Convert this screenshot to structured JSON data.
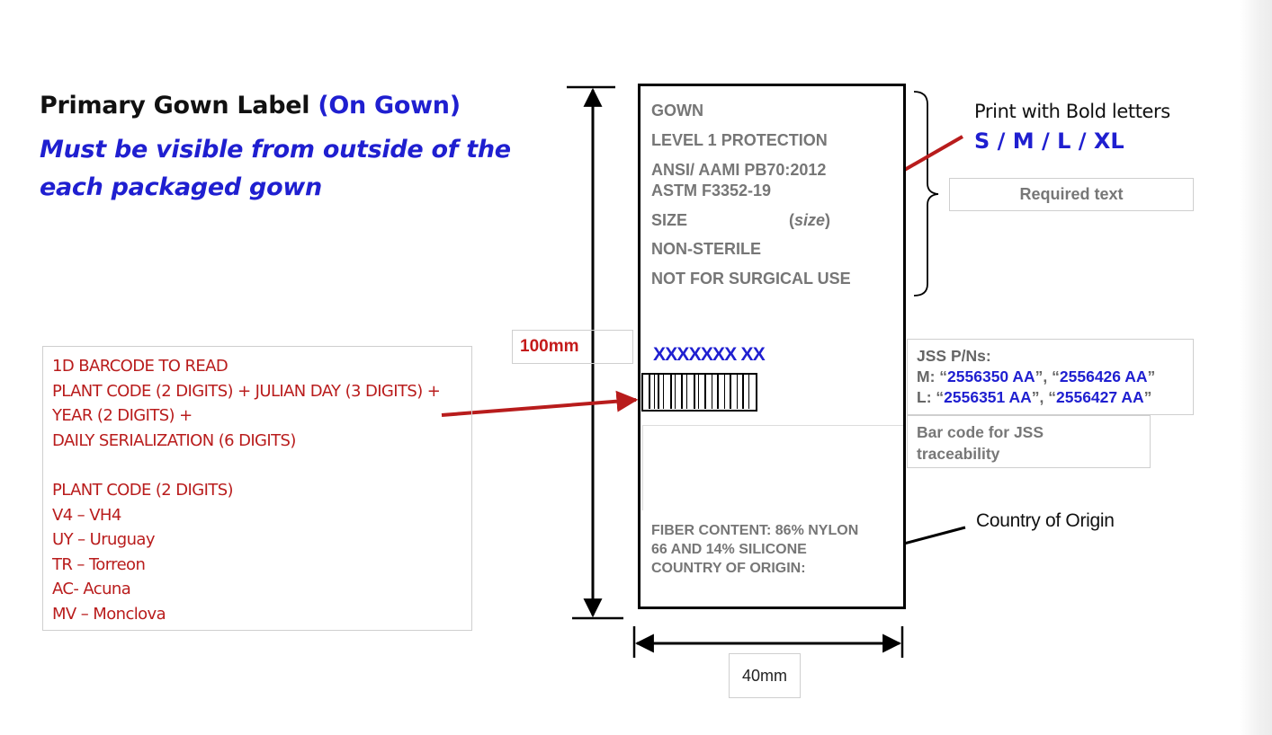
{
  "heading": {
    "title": "Primary Gown Label",
    "title_suffix": "(On Gown)",
    "subtitle": "Must be visible from outside of the each packaged gown"
  },
  "label": {
    "lines": [
      "GOWN",
      "LEVEL 1  PROTECTION",
      "ANSI/ AAMI PB70:2012",
      "ASTM F3352-19"
    ],
    "size_label": "SIZE",
    "size_placeholder": "size",
    "size_open": "(",
    "size_close": ")",
    "non_sterile": "NON-STERILE",
    "not_surgical": "NOT FOR SURGICAL USE",
    "part_placeholder": "XXXXXXX XX",
    "fiber_lines": [
      "FIBER CONTENT: 86% NYLON",
      "66 AND 14% SILICONE",
      "COUNTRY OF ORIGIN:"
    ]
  },
  "dimensions": {
    "height": "100mm",
    "width": "40mm"
  },
  "callouts": {
    "print_bold": "Print with Bold letters",
    "sizes": "S / M / L / XL",
    "required_text": "Required text",
    "jss_title": "JSS P/Ns:",
    "jss_m_prefix": "M: “",
    "jss_m_pn1": "2556350 AA",
    "jss_m_mid": "”, “",
    "jss_m_pn2": "2556426 AA",
    "jss_m_end": "”",
    "jss_l_prefix": "L: “",
    "jss_l_pn1": "2556351 AA",
    "jss_l_mid": "”, “",
    "jss_l_pn2": "2556427 AA",
    "jss_l_end": "”",
    "barcode_note_1": "Bar code for JSS",
    "barcode_note_2": "traceability",
    "country_of_origin": "Country of Origin"
  },
  "barcode_info": {
    "lines_a": [
      "1D BARCODE TO READ",
      "PLANT CODE (2 DIGITS) + JULIAN DAY (3 DIGITS) +",
      "YEAR (2 DIGITS) +",
      "DAILY SERIALIZATION (6 DIGITS)"
    ],
    "lines_b": [
      "PLANT CODE (2 DIGITS)",
      "V4 – VH4",
      "UY – Uruguay",
      "TR – Torreon",
      "AC- Acuna",
      "MV – Monclova"
    ]
  },
  "colors": {
    "accent_blue": "#1f1fd0",
    "accent_red": "#b91c1c",
    "arrow_red": "#b81c1c",
    "label_gray": "#767676"
  }
}
